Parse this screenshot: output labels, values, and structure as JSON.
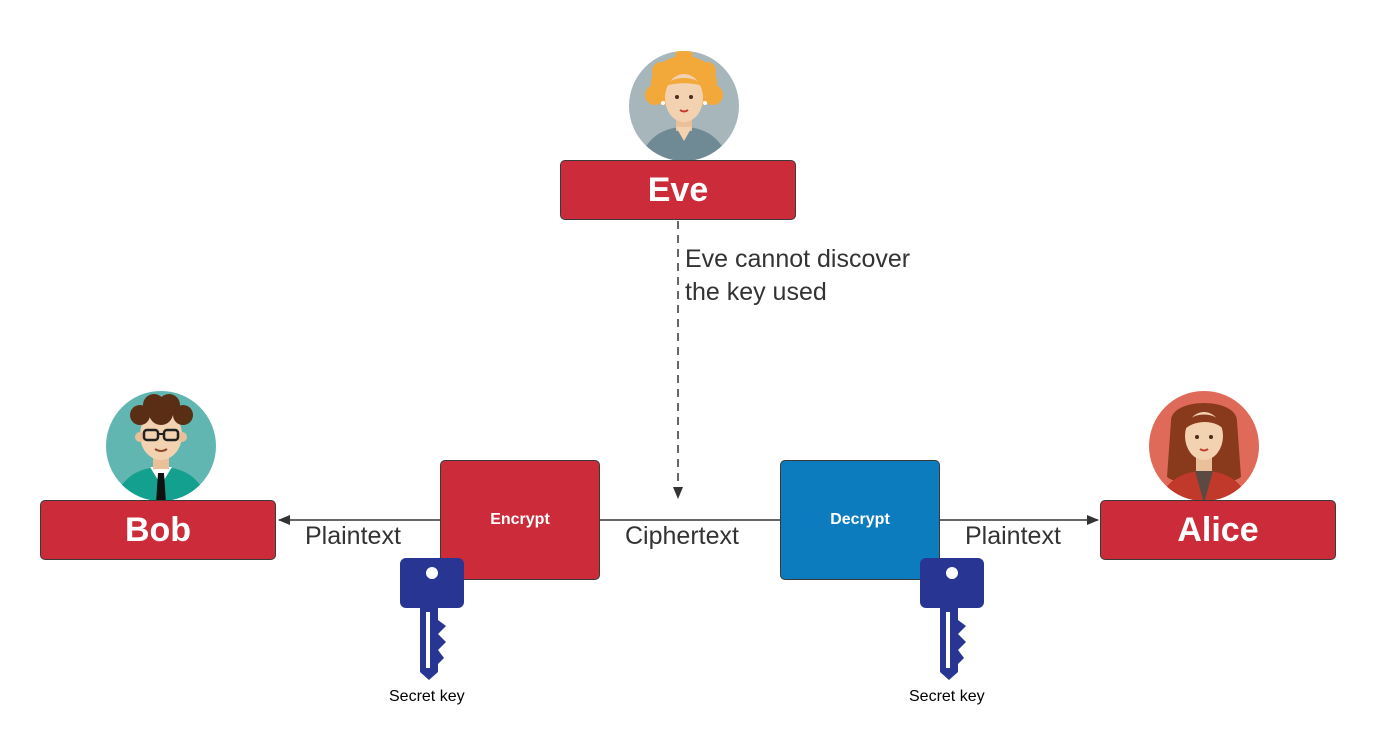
{
  "colors": {
    "actor_box": "#cc2c3a",
    "encrypt_box": "#cc2c3a",
    "decrypt_box": "#0d7cbf",
    "key": "#283593",
    "connector": "#333333"
  },
  "actors": {
    "eve": {
      "label": "Eve",
      "avatar_icon": "woman-blonde-avatar-icon",
      "avatar_bg": "#a7b6bb"
    },
    "bob": {
      "label": "Bob",
      "avatar_icon": "man-glasses-avatar-icon",
      "avatar_bg": "#62b6b1"
    },
    "alice": {
      "label": "Alice",
      "avatar_icon": "woman-redhead-avatar-icon",
      "avatar_bg": "#e06a5a"
    }
  },
  "processes": {
    "encrypt": {
      "label": "Encrypt"
    },
    "decrypt": {
      "label": "Decrypt"
    }
  },
  "edges": {
    "plaintext_left": "Plaintext",
    "ciphertext": "Ciphertext",
    "plaintext_right": "Plaintext"
  },
  "eve_note": {
    "line1": "Eve cannot discover",
    "line2": "the key used"
  },
  "keys": {
    "left": {
      "caption": "Secret key",
      "icon": "key-icon"
    },
    "right": {
      "caption": "Secret key",
      "icon": "key-icon"
    }
  }
}
